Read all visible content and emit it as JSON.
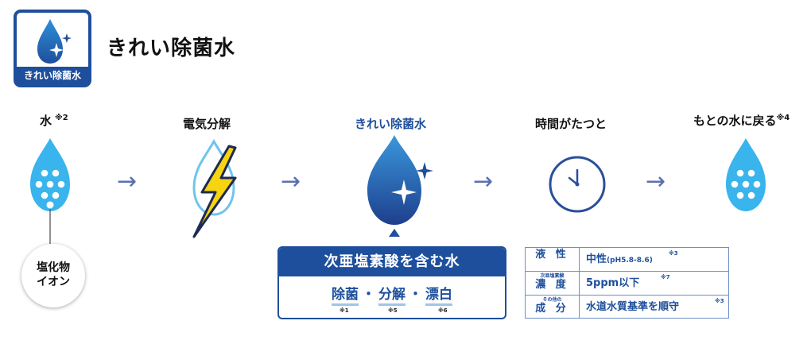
{
  "header": {
    "logo_label": "きれい除菌水",
    "title": "きれい除菌水"
  },
  "steps": [
    {
      "label": "水",
      "note": "※2"
    },
    {
      "label": "電気分解"
    },
    {
      "label": "きれい除菌水"
    },
    {
      "label": "時間がたつと"
    },
    {
      "label": "もとの水に戻る",
      "note": "※4"
    }
  ],
  "ion": {
    "line1": "塩化物",
    "line2": "イオン"
  },
  "arrow_symbol": "→",
  "hypochlorous": {
    "title": "次亜塩素酸を含む水",
    "effects": [
      {
        "label": "除菌",
        "note": "※1"
      },
      {
        "label": "分解",
        "note": "※5"
      },
      {
        "label": "漂白",
        "note": "※6"
      }
    ],
    "separator": "・"
  },
  "properties": [
    {
      "key": "液 性",
      "key_small": "",
      "value": "中性",
      "value_detail": "(pH5.8-8.6)",
      "note": "※3"
    },
    {
      "key": "濃 度",
      "key_small": "次亜塩素酸",
      "value": "5ppm以下",
      "value_detail": "",
      "note": "※7"
    },
    {
      "key": "成 分",
      "key_small": "その他の",
      "value": "水道水質基準を順守",
      "value_detail": "",
      "note": "※3"
    }
  ],
  "colors": {
    "brand_blue": "#1e4f9c",
    "light_blue": "#39b4ec",
    "lightning_yellow": "#f6d410"
  }
}
